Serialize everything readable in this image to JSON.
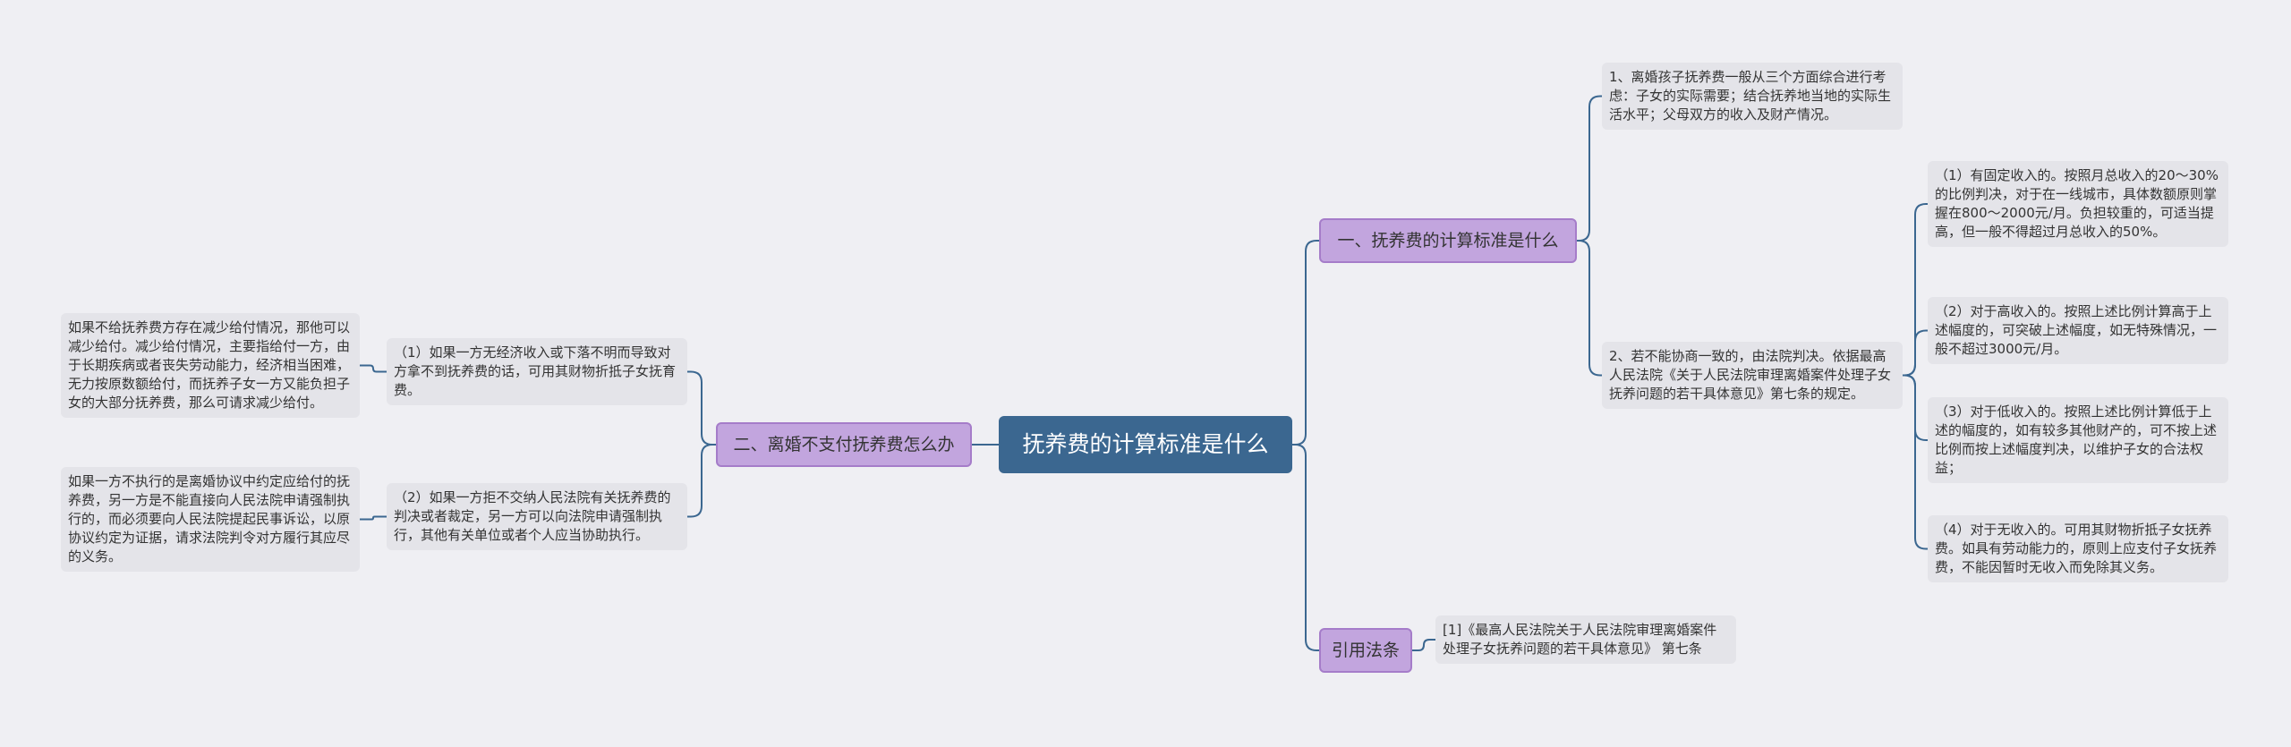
{
  "colors": {
    "background": "#efeff3",
    "root_fill": "#3b6790",
    "branch_fill": "#c2a5de",
    "branch_border": "#a57cc9",
    "leaf_fill": "#e4e4e9",
    "line": "#3b6790"
  },
  "root": {
    "text": "抚养费的计算标准是什么"
  },
  "branches": {
    "calc": {
      "text": "一、抚养费的计算标准是什么",
      "children": {
        "factors": "1、离婚孩子抚养费一般从三个方面综合进行考虑：子女的实际需要；结合抚养地当地的实际生活水平；父母双方的收入及财产情况。",
        "court": {
          "text": "2、若不能协商一致的，由法院判决。依据最高人民法院《关于人民法院审理离婚案件处理子女抚养问题的若干具体意见》第七条的规定。",
          "children": {
            "fixed": "（1）有固定收入的。按照月总收入的20～30%的比例判决，对于在一线城市，具体数额原则掌握在800～2000元/月。负担较重的，可适当提高，但一般不得超过月总收入的50%。",
            "high": "（2）对于高收入的。按照上述比例计算高于上述幅度的，可突破上述幅度，如无特殊情况，一般不超过3000元/月。",
            "low": "（3）对于低收入的。按照上述比例计算低于上述的幅度的，如有较多其他财产的，可不按上述比例而按上述幅度判决，以维护子女的合法权益；",
            "none": "（4）对于无收入的。可用其财物折抵子女抚养费。如具有劳动能力的，原则上应支付子女抚养费，不能因暂时无收入而免除其义务。"
          }
        }
      }
    },
    "nonpay": {
      "text": "二、离婚不支付抚养费怎么办",
      "children": {
        "item1": {
          "text": "（1）如果一方无经济收入或下落不明而导致对方拿不到抚养费的话，可用其财物折抵子女抚育费。",
          "child": "如果不给抚养费方存在减少给付情况，那他可以减少给付。减少给付情况，主要指给付一方，由于长期疾病或者丧失劳动能力，经济相当困难，无力按原数额给付，而抚养子女一方又能负担子女的大部分抚养费，那么可请求减少给付。"
        },
        "item2": {
          "text": "（2）如果一方拒不交纳人民法院有关抚养费的判决或者裁定，另一方可以向法院申请强制执行，其他有关单位或者个人应当协助执行。",
          "child": "如果一方不执行的是离婚协议中约定应给付的抚养费，另一方是不能直接向人民法院申请强制执行的，而必须要向人民法院提起民事诉讼，以原协议约定为证据，请求法院判令对方履行其应尽的义务。"
        }
      }
    },
    "law": {
      "text": "引用法条",
      "children": {
        "ref": "[1]《最高人民法院关于人民法院审理离婚案件处理子女抚养问题的若干具体意见》 第七条"
      }
    }
  }
}
